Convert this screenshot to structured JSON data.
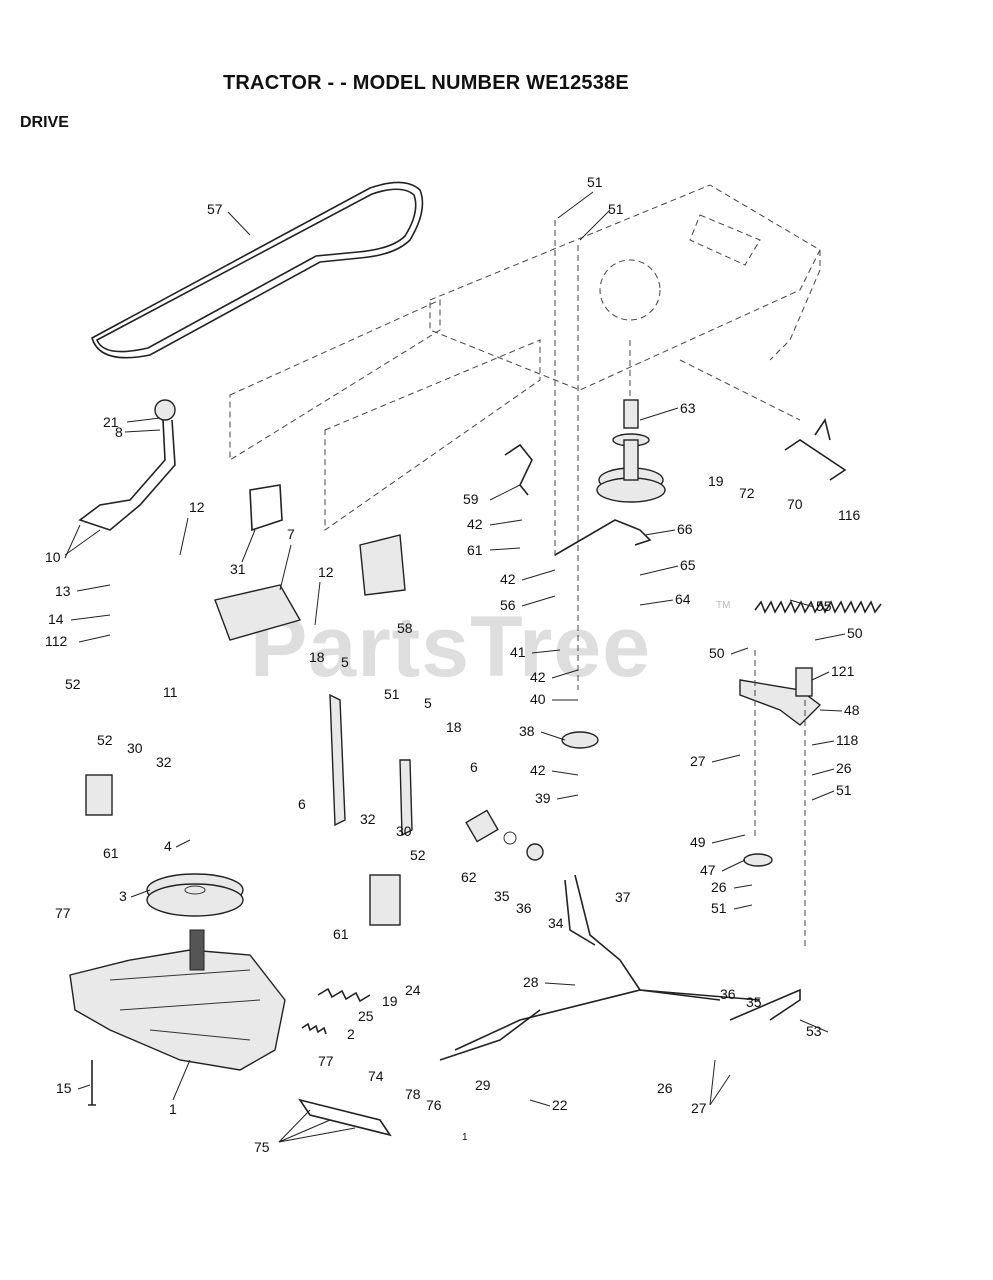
{
  "header": {
    "title": "TRACTOR - - MODEL NUMBER WE12538E",
    "subtitle": "DRIVE"
  },
  "watermark": {
    "text": "PartsTree",
    "trademark": "TM"
  },
  "callouts": [
    "57",
    "51",
    "51",
    "63",
    "19",
    "72",
    "70",
    "116",
    "21",
    "8",
    "12",
    "10",
    "31",
    "7",
    "59",
    "42",
    "66",
    "61",
    "13",
    "14",
    "112",
    "12",
    "58",
    "42",
    "65",
    "56",
    "64",
    "55",
    "41",
    "50",
    "50",
    "121",
    "18",
    "5",
    "11",
    "42",
    "52",
    "40",
    "51",
    "5",
    "48",
    "52",
    "30",
    "32",
    "18",
    "38",
    "27",
    "118",
    "6",
    "42",
    "26",
    "6",
    "61",
    "39",
    "51",
    "4",
    "32",
    "30",
    "49",
    "62",
    "52",
    "47",
    "3",
    "35",
    "36",
    "26",
    "34",
    "37",
    "51",
    "77",
    "61",
    "28",
    "24",
    "36",
    "35",
    "19",
    "25",
    "2",
    "53",
    "77",
    "15",
    "1",
    "29",
    "74",
    "26",
    "22",
    "78",
    "76",
    "27",
    "75",
    "1"
  ]
}
